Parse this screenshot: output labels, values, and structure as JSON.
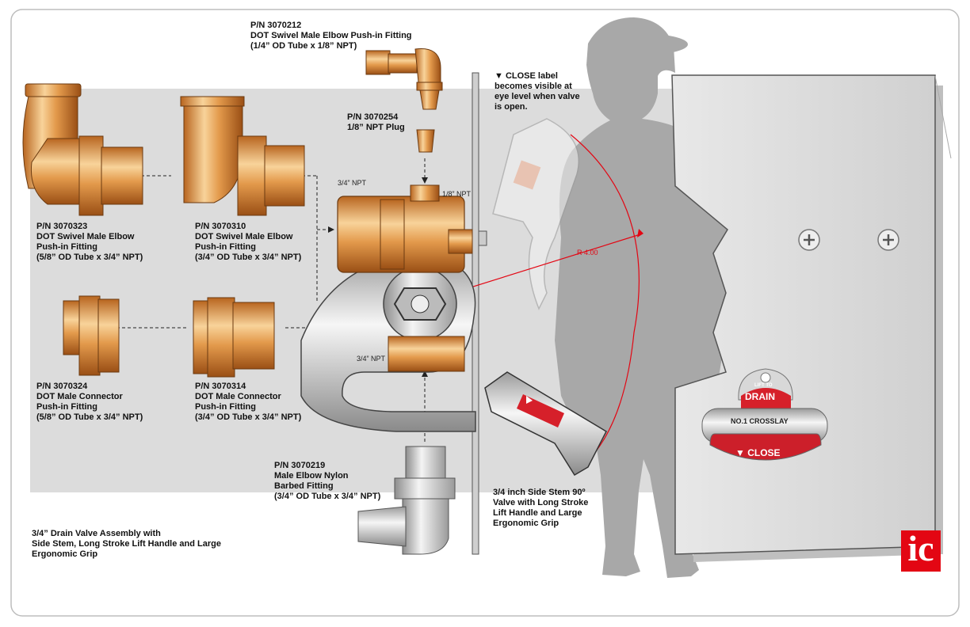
{
  "parts": {
    "p3070212": {
      "pn": "P/N 3070212",
      "name": "DOT Swivel Male Elbow Push-in Fitting",
      "spec": "(1/4” OD Tube x 1/8” NPT)"
    },
    "p3070254": {
      "pn": "P/N 3070254",
      "name": "1/8” NPT Plug"
    },
    "p3070323": {
      "pn": "P/N 3070323",
      "name": "DOT Swivel Male Elbow",
      "name2": "Push-in Fitting",
      "spec": "(5/8” OD Tube x 3/4” NPT)"
    },
    "p3070310": {
      "pn": "P/N 3070310",
      "name": "DOT Swivel Male Elbow",
      "name2": "Push-in Fitting",
      "spec": "(3/4” OD Tube x 3/4” NPT)"
    },
    "p3070324": {
      "pn": "P/N 3070324",
      "name": "DOT Male Connector",
      "name2": "Push-in Fitting",
      "spec": "(5/8” OD Tube x 3/4” NPT)"
    },
    "p3070314": {
      "pn": "P/N 3070314",
      "name": "DOT Male Connector",
      "name2": "Push-in Fitting",
      "spec": "(3/4” OD Tube x 3/4” NPT)"
    },
    "p3070219": {
      "pn": "P/N 3070219",
      "name": "Male Elbow Nylon",
      "name2": "Barbed Fitting",
      "spec": "(3/4” OD Tube x 3/4” NPT)"
    }
  },
  "port_labels": {
    "top_left": "3/4” NPT",
    "top_right": "1/8” NPT",
    "bottom": "3/4” NPT"
  },
  "radius_label": "R 4.00",
  "close_note": {
    "l1": "▼ CLOSE label",
    "l2": "becomes visible at",
    "l3": "eye level when valve",
    "l4": "is open."
  },
  "valve_caption": {
    "l1": "3/4 inch Side Stem 90º",
    "l2": "Valve with Long Stroke",
    "l3": "Lift Handle and Large",
    "l4": "Ergonomic Grip"
  },
  "assembly_caption": {
    "l1": "3/4” Drain Valve Assembly with",
    "l2": "Side Stem, Long Stroke Lift Handle and Large",
    "l3": "Ergonomic Grip"
  },
  "badge": {
    "top": "LIFT TO",
    "drain": "DRAIN",
    "crosslay": "NO.1 CROSSLAY",
    "close": "CLOSE"
  },
  "logo": "ic",
  "colors": {
    "brass": "#d98a3a",
    "brass_light": "#f6c88a",
    "red": "#e30613",
    "panel": "#d6d6d6",
    "silhouette": "#a9a9a9"
  }
}
